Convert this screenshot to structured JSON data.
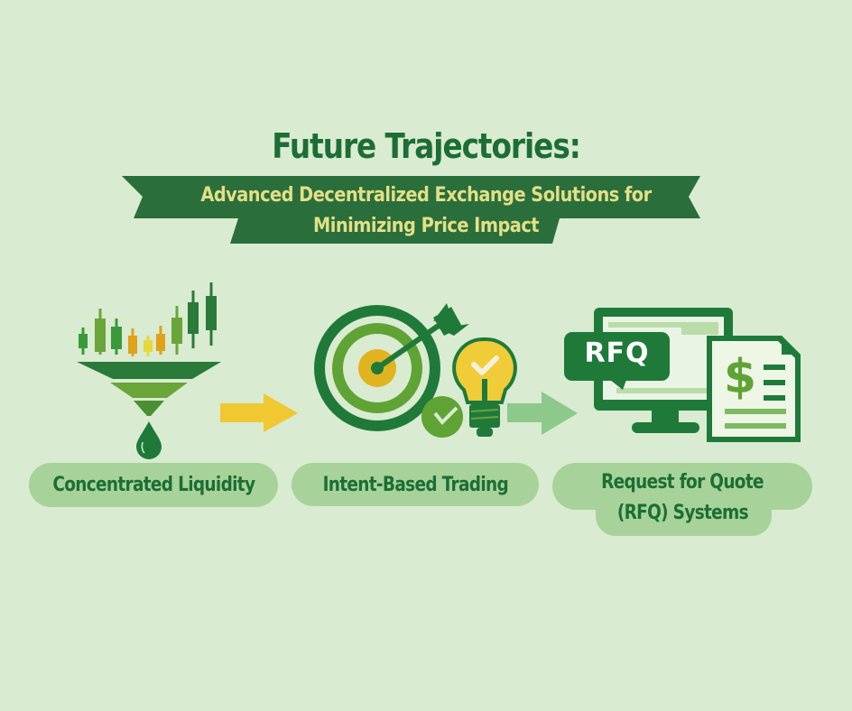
{
  "header": {
    "title": "Future Trajectories:",
    "subtitle_line1": "Advanced Decentralized Exchange Solutions for",
    "subtitle_line2": "Minimizing Price Impact"
  },
  "steps": [
    {
      "label": "Concentrated Liquidity",
      "icon": "funnel-candlestick-icon"
    },
    {
      "label": "Intent-Based Trading",
      "icon": "target-arrow-lightbulb-icon"
    },
    {
      "label_line1": "Request for Quote",
      "label_line2": "(RFQ) Systems",
      "icon": "monitor-rfq-document-icon",
      "bubble_text": "RFQ",
      "document_symbol": "$"
    }
  ],
  "connectors": [
    {
      "from": "Concentrated Liquidity",
      "to": "Intent-Based Trading",
      "color": "#f0c832"
    },
    {
      "from": "Intent-Based Trading",
      "to": "Request for Quote (RFQ) Systems",
      "color": "#8cc98a"
    }
  ],
  "colors": {
    "background": "#d9ebd0",
    "dark_green": "#1c6e35",
    "mid_green": "#5fa335",
    "light_green": "#a7d39a",
    "banner_green": "#2a6e3c",
    "banner_text": "#e3df86",
    "yellow": "#f0c832",
    "orange": "#e0a21a"
  }
}
